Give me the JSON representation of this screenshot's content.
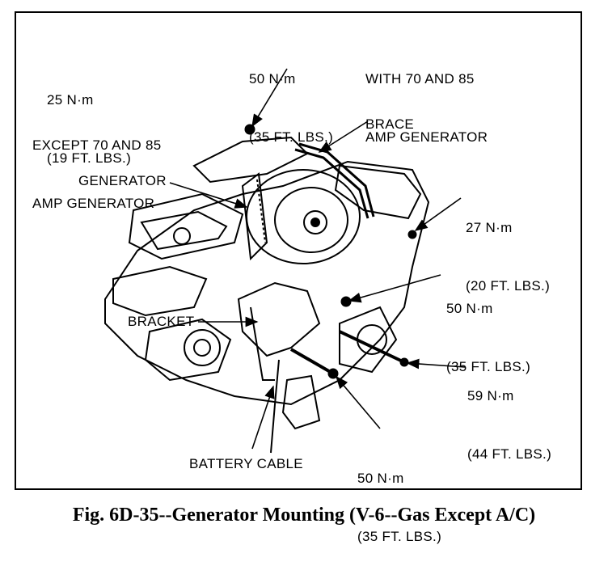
{
  "labels": {
    "torque_25": [
      "25 N·m",
      "(19 FT. LBS.)"
    ],
    "except_note": [
      "EXCEPT 70 AND 85",
      "AMP GENERATOR"
    ],
    "torque_50_top": [
      "50 N·m",
      "(35 FT. LBS.)"
    ],
    "with_note": [
      "WITH 70 AND 85",
      "AMP GENERATOR"
    ],
    "brace": "BRACE",
    "generator": "GENERATOR",
    "torque_27": [
      "27 N·m",
      "(20 FT. LBS.)"
    ],
    "torque_50_mid": [
      "50 N·m",
      "(35 FT. LBS.)"
    ],
    "bracket": "BRACKET",
    "torque_59": [
      "59 N·m",
      "(44 FT. LBS.)"
    ],
    "torque_50_bottom": [
      "50 N·m",
      "(35 FT. LBS.)"
    ],
    "battery_cable": "BATTERY CABLE"
  },
  "caption": "Fig. 6D-35--Generator Mounting (V-6--Gas Except A/C)"
}
